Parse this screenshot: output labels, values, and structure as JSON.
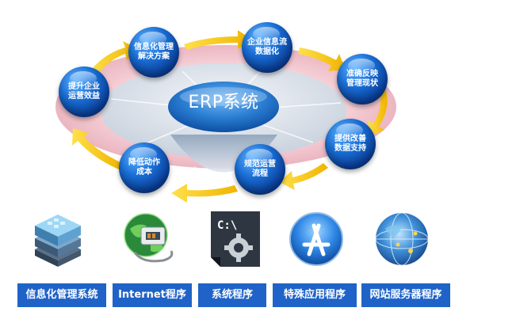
{
  "center": {
    "label": "ERP系统"
  },
  "nodes": [
    {
      "label": "信息化管理\n解决方案"
    },
    {
      "label": "企业信息流\n数据化"
    },
    {
      "label": "准确反映\n管理现状"
    },
    {
      "label": "提供改善\n数据支持"
    },
    {
      "label": "规范运营\n流程"
    },
    {
      "label": "降低动作\n成本"
    },
    {
      "label": "提升企业\n运营效益"
    }
  ],
  "categories": [
    {
      "label": "信息化管理系统",
      "icon": "server-stack-icon"
    },
    {
      "label": "Internet程序",
      "icon": "network-globe-icon"
    },
    {
      "label": "系统程序",
      "icon": "command-prompt-gear-icon"
    },
    {
      "label": "特殊应用程序",
      "icon": "app-store-icon"
    },
    {
      "label": "网站服务器程序",
      "icon": "web-server-globe-icon"
    }
  ],
  "colors": {
    "node_blue": "#1a6fd6",
    "arrow_yellow": "#f5c400",
    "caption_blue": "#1f63c8",
    "ring_pink": "#f4c7cf",
    "disc_blue": "#2b7fd4"
  }
}
